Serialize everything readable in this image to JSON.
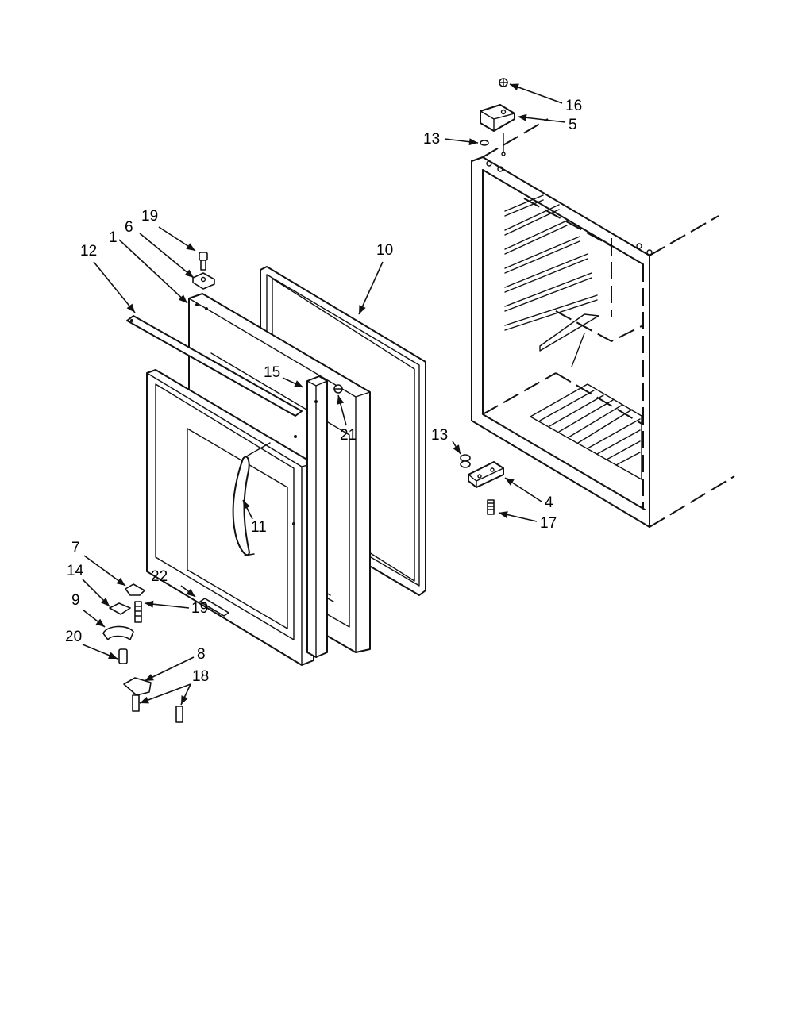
{
  "diagram": {
    "callouts": [
      {
        "id": "c16",
        "text": "16"
      },
      {
        "id": "c5",
        "text": "5"
      },
      {
        "id": "c13a",
        "text": "13"
      },
      {
        "id": "c19a",
        "text": "19"
      },
      {
        "id": "c1",
        "text": "1"
      },
      {
        "id": "c6",
        "text": "6"
      },
      {
        "id": "c12",
        "text": "12"
      },
      {
        "id": "c10",
        "text": "10"
      },
      {
        "id": "c15",
        "text": "15"
      },
      {
        "id": "c21",
        "text": "21"
      },
      {
        "id": "c13b",
        "text": "13"
      },
      {
        "id": "c4",
        "text": "4"
      },
      {
        "id": "c17",
        "text": "17"
      },
      {
        "id": "c11",
        "text": "11"
      },
      {
        "id": "c7",
        "text": "7"
      },
      {
        "id": "c14",
        "text": "14"
      },
      {
        "id": "c22",
        "text": "22"
      },
      {
        "id": "c9",
        "text": "9"
      },
      {
        "id": "c19b",
        "text": "19"
      },
      {
        "id": "c20",
        "text": "20"
      },
      {
        "id": "c8",
        "text": "8"
      },
      {
        "id": "c18",
        "text": "18"
      }
    ]
  }
}
